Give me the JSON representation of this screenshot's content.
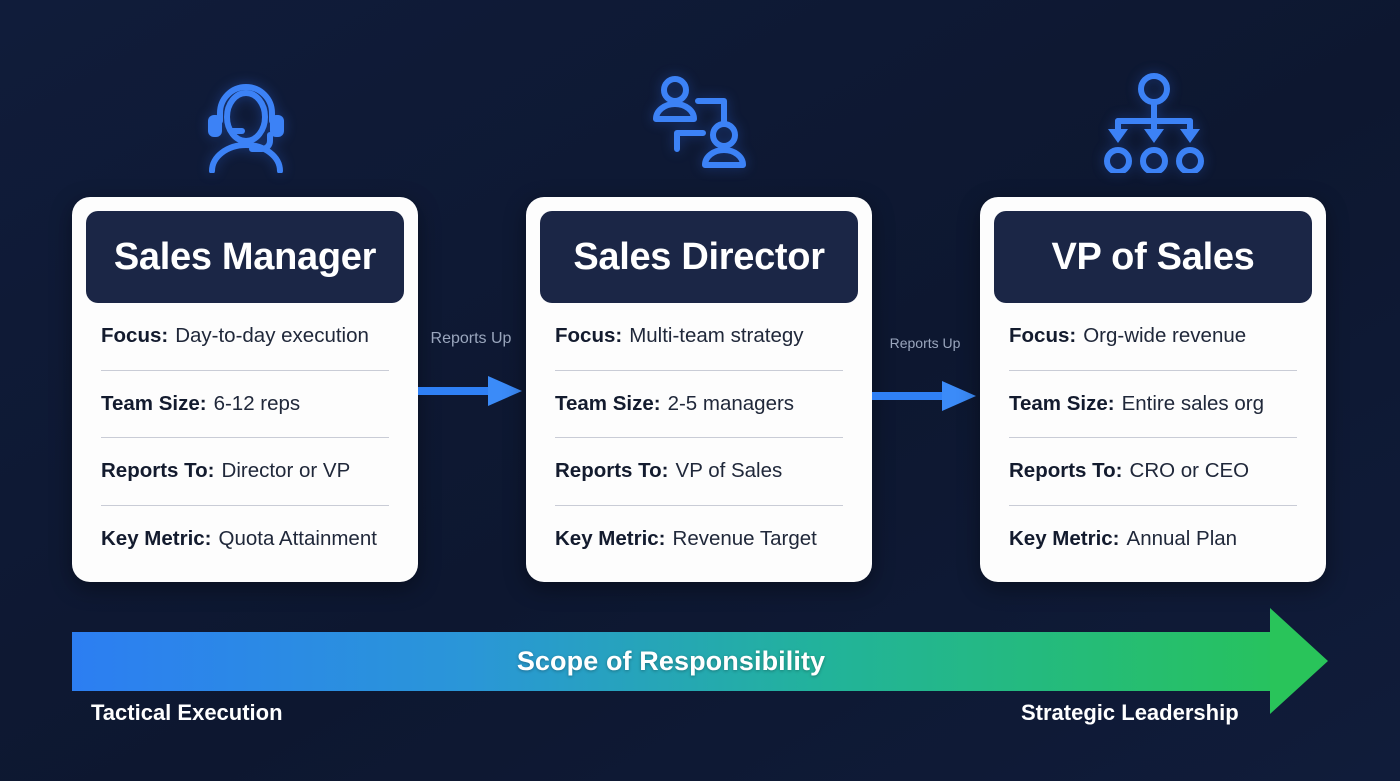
{
  "background_color": "#0e1a36",
  "accent_blue": "#2c7ef2",
  "accent_green": "#29c45a",
  "icons": [
    {
      "name": "headset-agent-icon"
    },
    {
      "name": "team-network-icon"
    },
    {
      "name": "org-chart-hierarchy-icon"
    }
  ],
  "cards": [
    {
      "title": "Sales Manager",
      "rows": [
        {
          "key": "Focus:",
          "value": "Day-to-day execution"
        },
        {
          "key": "Team Size:",
          "value": "6-12 reps"
        },
        {
          "key": "Reports To:",
          "value": "Director or VP"
        },
        {
          "key": "Key Metric:",
          "value": "Quota Attainment"
        }
      ]
    },
    {
      "title": "Sales Director",
      "rows": [
        {
          "key": "Focus:",
          "value": "Multi-team strategy"
        },
        {
          "key": "Team Size:",
          "value": "2-5 managers"
        },
        {
          "key": "Reports To:",
          "value": "VP of Sales"
        },
        {
          "key": "Key Metric:",
          "value": "Revenue Target"
        }
      ]
    },
    {
      "title": "VP of Sales",
      "rows": [
        {
          "key": "Focus:",
          "value": "Org-wide revenue"
        },
        {
          "key": "Team Size:",
          "value": "Entire sales org"
        },
        {
          "key": "Reports To:",
          "value": "CRO or CEO"
        },
        {
          "key": "Key Metric:",
          "value": "Annual Plan"
        }
      ]
    }
  ],
  "connectors": [
    {
      "label": "Reports Up"
    },
    {
      "label": "Reports Up"
    }
  ],
  "scope": {
    "title": "Scope of Responsibility",
    "left_label": "Tactical Execution",
    "right_label": "Strategic Leadership",
    "gradient_start": "#2c7ef2",
    "gradient_end": "#29c45a"
  }
}
